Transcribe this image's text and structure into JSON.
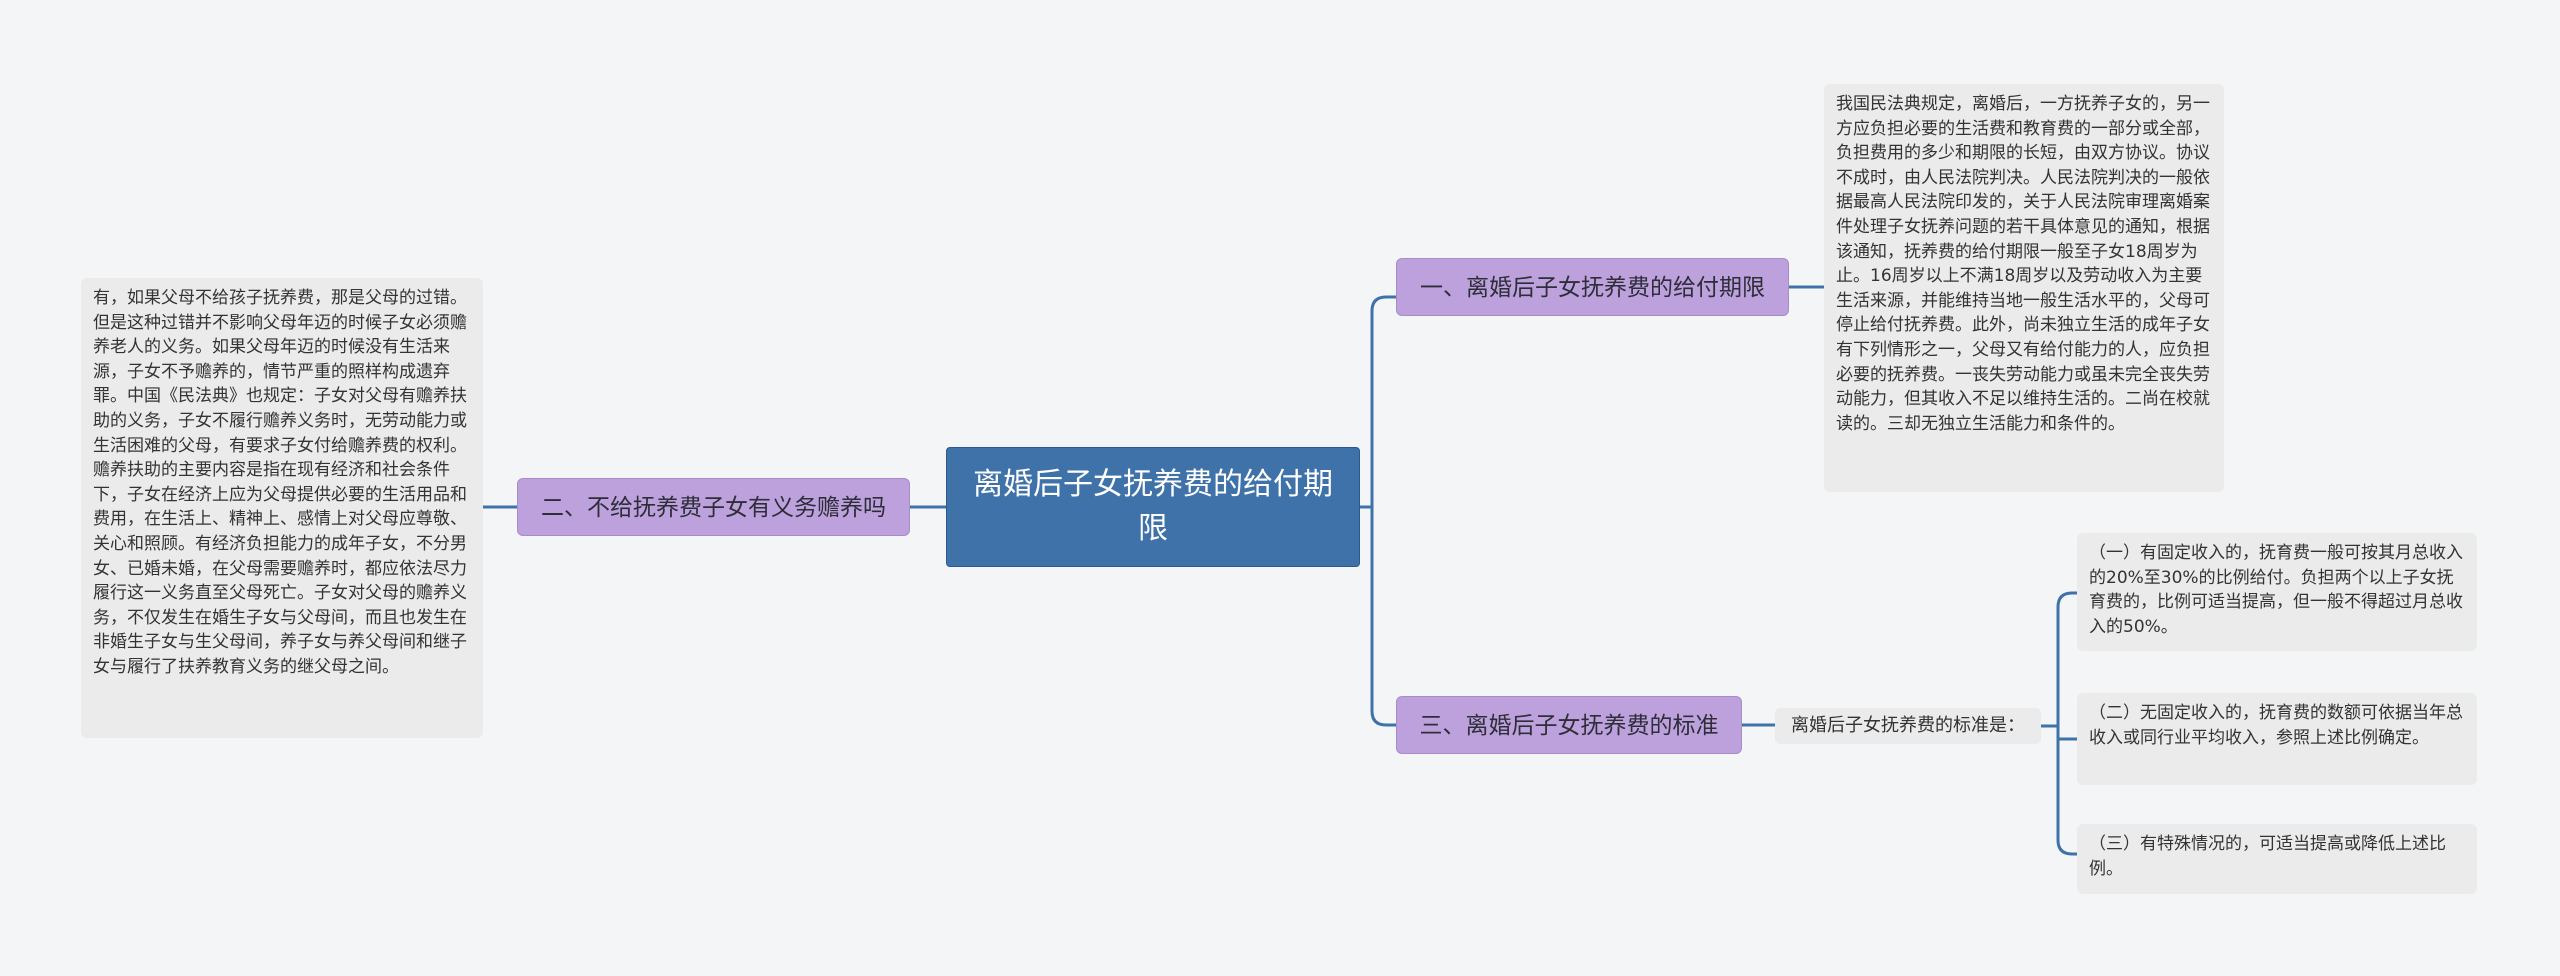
{
  "colors": {
    "background": "#f4f5f7",
    "root_fill": "#3f72a8",
    "branch_fill": "#bda1dc",
    "note_fill": "#ebebeb",
    "connector": "#3f72a8"
  },
  "root": {
    "label": "离婚后子女抚养费的给付期限"
  },
  "branches": [
    {
      "label": "一、离婚后子女抚养费的给付期限",
      "note": "我国民法典规定，离婚后，一方抚养子女的，另一方应负担必要的生活费和教育费的一部分或全部，负担费用的多少和期限的长短，由双方协议。协议不成时，由人民法院判决。人民法院判决的一般依据最高人民法院印发的，关于人民法院审理离婚案件处理子女抚养问题的若干具体意见的通知，根据该通知，抚养费的给付期限一般至子女18周岁为止。16周岁以上不满18周岁以及劳动收入为主要生活来源，并能维持当地一般生活水平的，父母可停止给付抚养费。此外，尚未独立生活的成年子女有下列情形之一，父母又有给付能力的人，应负担必要的抚养费。一丧失劳动能力或虽未完全丧失劳动能力，但其收入不足以维持生活的。二尚在校就读的。三却无独立生活能力和条件的。"
    },
    {
      "label": "二、不给抚养费子女有义务赡养吗",
      "note": "有，如果父母不给孩子抚养费，那是父母的过错。但是这种过错并不影响父母年迈的时候子女必须赡养老人的义务。如果父母年迈的时候没有生活来源，子女不予赡养的，情节严重的照样构成遗弃罪。中国《民法典》也规定：子女对父母有赡养扶助的义务，子女不履行赡养义务时，无劳动能力或生活困难的父母，有要求子女付给赡养费的权利。赡养扶助的主要内容是指在现有经济和社会条件下，子女在经济上应为父母提供必要的生活用品和费用，在生活上、精神上、感情上对父母应尊敬、关心和照顾。有经济负担能力的成年子女，不分男女、已婚未婚，在父母需要赡养时，都应依法尽力履行这一义务直至父母死亡。子女对父母的赡养义务，不仅发生在婚生子女与父母间，而且也发生在非婚生子女与生父母间，养子女与养父母间和继子女与履行了扶养教育义务的继父母之间。"
    },
    {
      "label": "三、离婚后子女抚养费的标准",
      "sub_label": "离婚后子女抚养费的标准是：",
      "items": [
        "（一）有固定收入的，抚育费一般可按其月总收入的20%至30%的比例给付。负担两个以上子女抚育费的，比例可适当提高，但一般不得超过月总收入的50%。",
        "（二）无固定收入的，抚育费的数额可依据当年总收入或同行业平均收入，参照上述比例确定。",
        "（三）有特殊情况的，可适当提高或降低上述比例。"
      ]
    }
  ]
}
